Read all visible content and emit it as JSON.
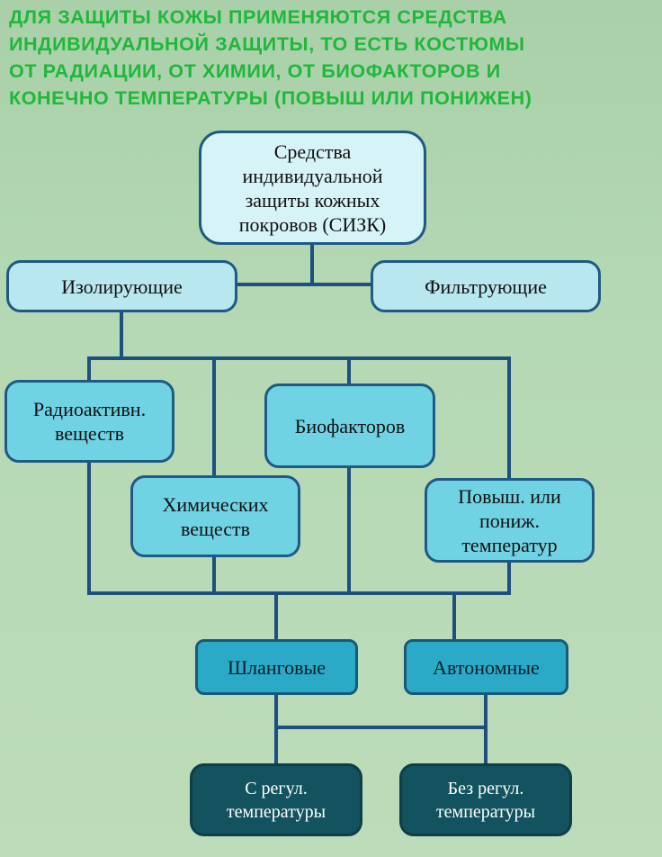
{
  "heading_lines": [
    "ДЛЯ ЗАЩИТЫ КОЖЫ ПРИМЕНЯЮТСЯ СРЕДСТВА",
    "ИНДИВИДУАЛЬНОЙ ЗАЩИТЫ, ТО ЕСТЬ КОСТЮМЫ",
    "ОТ РАДИАЦИИ, ОТ ХИМИИ, ОТ БИОФАКТОРОВ И",
    "КОНЕЧНО ТЕМПЕРАТУРЫ (ПОВЫШ ИЛИ ПОНИЖЕН)"
  ],
  "root": {
    "lines": [
      "Средства",
      "индивидуальной",
      "защиты кожных",
      "покровов (СИЗК)"
    ]
  },
  "types": {
    "isolating": "Изолирующие",
    "filtering": "Фильтрующие"
  },
  "hazards": {
    "radioactive": [
      "Радиоактивн.",
      "веществ"
    ],
    "chemical": [
      "Химических",
      "веществ"
    ],
    "biofactors": "Биофакторов",
    "temperature": [
      "Повыш. или",
      "пониж.",
      "температур"
    ]
  },
  "supply": {
    "hose": "Шланговые",
    "autonomous": "Автономные"
  },
  "regulation": {
    "with": [
      "С регул.",
      "температуры"
    ],
    "without": [
      "Без регул.",
      "температуры"
    ]
  },
  "colors": {
    "heading": "#1fb83a",
    "connector": "#1f4f80",
    "box_border": "#1f5a86",
    "root_fill": "#d6f3f8",
    "type_fill": "#b8e7ef",
    "hazard_fill": "#6fd3e4",
    "supply_fill": "#2aaac6",
    "regulation_fill": "#12535f"
  }
}
